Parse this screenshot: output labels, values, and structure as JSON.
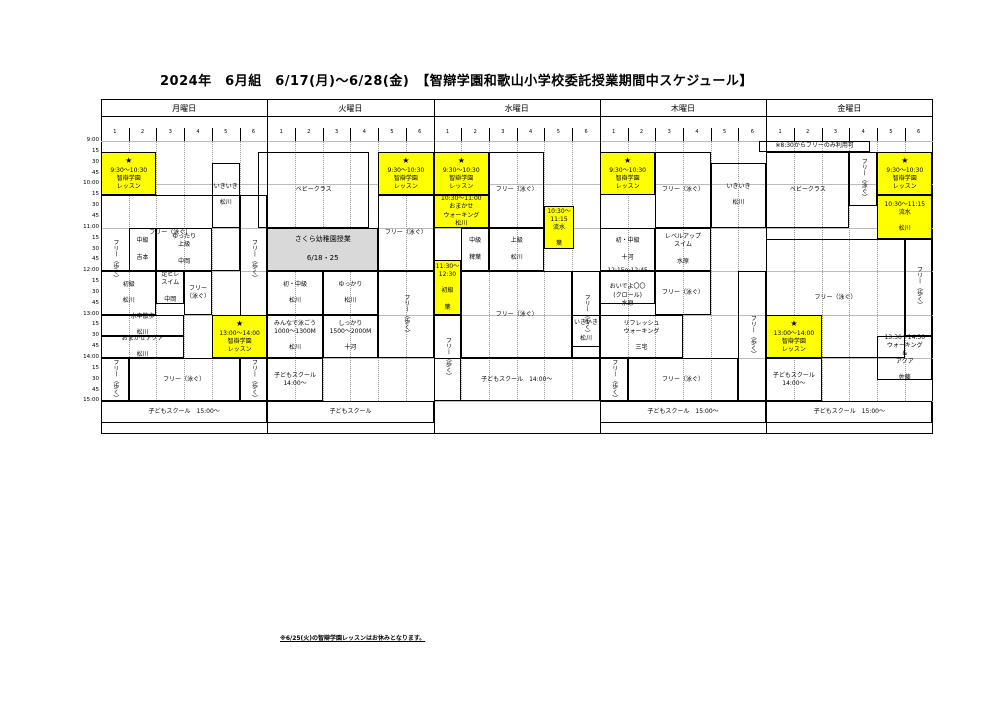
{
  "title": "2024年　6月組　6/17(月)〜6/28(金)　【智辯学園和歌山小学校委託授業期間中スケジュール】",
  "days": [
    "月曜日",
    "火曜日",
    "水曜日",
    "木曜日",
    "金曜日"
  ],
  "lanes": [
    "1",
    "2",
    "3",
    "4",
    "5",
    "6"
  ],
  "times": [
    "9:00",
    "15",
    "30",
    "45",
    "10:00",
    "15",
    "30",
    "45",
    "11:00",
    "15",
    "30",
    "45",
    "12:00",
    "15",
    "30",
    "45",
    "13:00",
    "15",
    "30",
    "45",
    "14:00",
    "15",
    "30",
    "45",
    "15:00"
  ],
  "note": "※6/25(火)の智辯学園レッスンはお休みとなります。",
  "events": [
    {
      "d": 0,
      "c": 0,
      "w": 2,
      "s": 1,
      "e": 5,
      "bg": "y",
      "lines": [
        "★",
        "9:30〜10:30",
        "智辯学園",
        "レッスン"
      ]
    },
    {
      "d": 0,
      "c": 0,
      "w": 5,
      "s": 5,
      "e": 12,
      "text": "フリー（泳ぐ）",
      "tx": 0.47,
      "ty": 0.45
    },
    {
      "d": 0,
      "c": 0,
      "w": 1,
      "s": 5,
      "e": 17,
      "vt": "フリー（歩く）",
      "noB": true
    },
    {
      "d": 0,
      "c": 1,
      "w": 1,
      "s": 8,
      "e": 12,
      "lines": [
        "中級",
        "",
        "吉本"
      ]
    },
    {
      "d": 0,
      "c": 2,
      "w": 2,
      "s": 8,
      "e": 12,
      "lines": [
        "ゆったり",
        "上級",
        "",
        "中岡"
      ]
    },
    {
      "d": 0,
      "c": 4,
      "w": 1,
      "s": 2,
      "e": 8,
      "lines": [
        "いきいき",
        "",
        "松川"
      ]
    },
    {
      "d": 0,
      "c": 5,
      "w": 1,
      "s": 5,
      "e": 17,
      "vt": "フリー（歩く）"
    },
    {
      "d": 0,
      "c": 0,
      "w": 2,
      "s": 12,
      "e": 16,
      "lines": [
        "初級",
        "",
        "松川"
      ]
    },
    {
      "d": 0,
      "c": 2,
      "w": 1,
      "s": 12,
      "e": 15,
      "lines": [
        "足ヒレ",
        "スイム",
        "",
        "中岡"
      ]
    },
    {
      "d": 0,
      "c": 3,
      "w": 1,
      "s": 12,
      "e": 16,
      "text": "フリー（泳ぐ）",
      "tx": 1.05,
      "ty": 0.37
    },
    {
      "d": 0,
      "c": 0,
      "w": 3,
      "s": 16,
      "e": 18,
      "lines": [
        "水中散歩",
        "",
        "松川"
      ]
    },
    {
      "d": 0,
      "c": 0,
      "w": 3,
      "s": 18,
      "e": 20,
      "lines": [
        "おまかせアクア",
        "",
        "松川"
      ]
    },
    {
      "d": 0,
      "c": 4,
      "w": 2,
      "s": 16,
      "e": 20,
      "bg": "y",
      "lines": [
        "★",
        "13:00〜14:00",
        "智辯学園",
        "レッスン"
      ]
    },
    {
      "d": 0,
      "c": 0,
      "w": 1,
      "s": 20,
      "e": 24,
      "vt": "フリー（歩く）"
    },
    {
      "d": 0,
      "c": 1,
      "w": 4,
      "s": 20,
      "e": 24,
      "text": "フリー（泳ぐ）"
    },
    {
      "d": 0,
      "c": 5,
      "w": 1,
      "s": 20,
      "e": 24,
      "vt": "フリー（歩く）"
    },
    {
      "d": 0,
      "c": 0,
      "w": 6,
      "s": 24,
      "e": 26,
      "lines": [
        "子どもスクール　15:00〜"
      ]
    },
    {
      "d": 1,
      "c": 0,
      "w": 4,
      "s": 1,
      "e": 8,
      "lines": [
        "ベビークラス"
      ],
      "tx": -0.45
    },
    {
      "d": 1,
      "c": 4,
      "w": 2,
      "s": 1,
      "e": 5,
      "bg": "y",
      "lines": [
        "★",
        "9:30〜10:30",
        "智辯学園",
        "レッスン"
      ]
    },
    {
      "d": 1,
      "c": 4,
      "w": 2,
      "s": 5,
      "e": 12,
      "text": "フリー（泳ぐ）",
      "tx": -0.1,
      "ty": 0.0
    },
    {
      "d": 1,
      "c": 0,
      "w": 4,
      "s": 8,
      "e": 12,
      "bg": "g",
      "big": true,
      "lines": [
        "さくら幼稚園授業",
        "",
        "6/18・25"
      ]
    },
    {
      "d": 1,
      "c": 0,
      "w": 2,
      "s": 12,
      "e": 16,
      "lines": [
        "初・中級",
        "",
        "松川"
      ]
    },
    {
      "d": 1,
      "c": 2,
      "w": 2,
      "s": 12,
      "e": 16,
      "lines": [
        "ゆっかり",
        "",
        "松川"
      ]
    },
    {
      "d": 1,
      "c": 0,
      "w": 2,
      "s": 16,
      "e": 20,
      "lines": [
        "みんなで泳ごう",
        "1000〜1300M",
        "",
        "松川"
      ]
    },
    {
      "d": 1,
      "c": 2,
      "w": 2,
      "s": 16,
      "e": 20,
      "lines": [
        "しっかり",
        "1500〜2000M",
        "",
        "十河"
      ]
    },
    {
      "d": 1,
      "c": 4,
      "w": 2,
      "s": 12,
      "e": 20,
      "vt": "フリー（歩く）"
    },
    {
      "d": 1,
      "c": 0,
      "w": 2,
      "s": 20,
      "e": 24,
      "lines": [
        "子どもスクール",
        "14:00〜"
      ]
    },
    {
      "d": 1,
      "c": 0,
      "w": 6,
      "s": 24,
      "e": 26,
      "lines": [
        "子どもスクール"
      ]
    },
    {
      "d": 2,
      "c": 0,
      "w": 2,
      "s": 1,
      "e": 5,
      "bg": "y",
      "lines": [
        "★",
        "9:30〜10:30",
        "智辯学園",
        "レッスン"
      ]
    },
    {
      "d": 2,
      "c": 0,
      "w": 2,
      "s": 5,
      "e": 8,
      "bg": "y",
      "lines": [
        "10:30〜11:00",
        "おまかせ",
        "ウォーキング",
        "松川"
      ]
    },
    {
      "d": 2,
      "c": 2,
      "w": 2,
      "s": 1,
      "e": 8,
      "text": "フリー（泳ぐ）",
      "tx": 0.3,
      "ty": -0.2
    },
    {
      "d": 2,
      "c": 4,
      "w": 1,
      "s": 6,
      "e": 10,
      "bg": "y",
      "wide": 1.05,
      "lines": [
        "10:30〜11:15",
        "流水",
        "",
        "葉"
      ]
    },
    {
      "d": 2,
      "c": 0,
      "w": 1,
      "s": 11,
      "e": 16,
      "bg": "y",
      "lines": [
        "11:30〜",
        "12:30",
        "",
        "初級",
        "",
        "葉"
      ]
    },
    {
      "d": 2,
      "c": 1,
      "w": 1,
      "s": 8,
      "e": 12,
      "lines": [
        "中級",
        "",
        "稗葉"
      ]
    },
    {
      "d": 2,
      "c": 2,
      "w": 2,
      "s": 8,
      "e": 12,
      "lines": [
        "上級",
        "",
        "松川"
      ]
    },
    {
      "d": 2,
      "c": 0,
      "w": 1,
      "s": 16,
      "e": 24,
      "vt": "フリー（歩く）"
    },
    {
      "d": 2,
      "c": 1,
      "w": 4,
      "s": 12,
      "e": 20,
      "text": "フリー（泳ぐ）"
    },
    {
      "d": 2,
      "c": 5,
      "w": 1,
      "s": 12,
      "e": 20,
      "vt": "フリー（歩く）"
    },
    {
      "d": 2,
      "c": 5,
      "w": 1,
      "s": 16,
      "e": 19,
      "lines": [
        "いきいき",
        "",
        "松川"
      ]
    },
    {
      "d": 2,
      "c": 0,
      "w": 6,
      "s": 20,
      "e": 24,
      "lines": [
        "子どもスクール　14:00〜"
      ]
    },
    {
      "d": 3,
      "c": 0,
      "w": 2,
      "s": 1,
      "e": 5,
      "bg": "y",
      "lines": [
        "★",
        "9:30〜10:30",
        "智辯学園",
        "レッスン"
      ]
    },
    {
      "d": 3,
      "c": 2,
      "w": 2,
      "s": 1,
      "e": 8,
      "text": "フリー（泳ぐ）"
    },
    {
      "d": 3,
      "c": 4,
      "w": 2,
      "s": 2,
      "e": 8,
      "lines": [
        "いきいき",
        "",
        "松川"
      ]
    },
    {
      "d": 3,
      "c": 0,
      "w": 2,
      "s": 8,
      "e": 12,
      "lines": [
        "初・中級",
        "",
        "十河"
      ]
    },
    {
      "d": 3,
      "c": 2,
      "w": 2,
      "s": 8,
      "e": 12,
      "lines": [
        "レベルアップ",
        "スイム",
        "",
        "水原"
      ]
    },
    {
      "d": 3,
      "c": 0,
      "w": 2,
      "s": 12,
      "e": 15,
      "lines": [
        "12:15〜12:45",
        "",
        "おいでよ〇〇",
        "(クロール)",
        "水原"
      ]
    },
    {
      "d": 3,
      "c": 2,
      "w": 2,
      "s": 12,
      "e": 16,
      "text": "フリー（泳ぐ）",
      "tx": 0.1,
      "ty": 0.0
    },
    {
      "d": 3,
      "c": 0,
      "w": 3,
      "s": 16,
      "e": 20,
      "lines": [
        "リフレッシュ",
        "ウォーキング",
        "",
        "三宅"
      ]
    },
    {
      "d": 3,
      "c": 5,
      "w": 1,
      "s": 12,
      "e": 24,
      "vt": "フリー（歩く）"
    },
    {
      "d": 3,
      "c": 0,
      "w": 1,
      "s": 20,
      "e": 24,
      "vt": "フリー（歩く）"
    },
    {
      "d": 3,
      "c": 1,
      "w": 4,
      "s": 20,
      "e": 24,
      "text": "フリー（泳ぐ）"
    },
    {
      "d": 3,
      "c": 0,
      "w": 6,
      "s": 24,
      "e": 26,
      "lines": [
        "子どもスクール　15:00〜"
      ]
    },
    {
      "d": 4,
      "c": 0,
      "w": 4,
      "s": 0,
      "e": 1,
      "lines": [
        "※8:30からフリーのみ利用可"
      ],
      "tx": -0.35
    },
    {
      "d": 4,
      "c": 0,
      "w": 3,
      "s": 1,
      "e": 8,
      "lines": [
        "ベビークラス"
      ]
    },
    {
      "d": 4,
      "c": 3,
      "w": 1,
      "s": 1,
      "e": 6,
      "vt": "フリー（泳ぐ）"
    },
    {
      "d": 4,
      "c": 4,
      "w": 2,
      "s": 1,
      "e": 5,
      "bg": "y",
      "lines": [
        "★",
        "9:30〜10:30",
        "智辯学園",
        "レッスン"
      ]
    },
    {
      "d": 4,
      "c": 4,
      "w": 2,
      "s": 5,
      "e": 9,
      "bg": "y",
      "lines": [
        "10:30〜11:15",
        "流水",
        "",
        "松川"
      ]
    },
    {
      "d": 4,
      "c": 0,
      "w": 5,
      "s": 9,
      "e": 20,
      "text": "フリー（泳ぐ）"
    },
    {
      "d": 4,
      "c": 5,
      "w": 1,
      "s": 9,
      "e": 18,
      "vt": "フリー（歩く）"
    },
    {
      "d": 4,
      "c": 0,
      "w": 2,
      "s": 16,
      "e": 20,
      "bg": "y",
      "lines": [
        "★",
        "13:00〜14:00",
        "智辯学園",
        "レッスン"
      ]
    },
    {
      "d": 4,
      "c": 4,
      "w": 2,
      "s": 18,
      "e": 22,
      "lines": [
        "13:30〜14:30",
        "ウォーキング",
        "&",
        "アクア",
        "",
        "佐藤"
      ]
    },
    {
      "d": 4,
      "c": 0,
      "w": 2,
      "s": 20,
      "e": 24,
      "lines": [
        "子どもスクール",
        "14:00〜"
      ]
    },
    {
      "d": 4,
      "c": 0,
      "w": 6,
      "s": 24,
      "e": 26,
      "lines": [
        "子どもスクール　15:00〜"
      ]
    }
  ]
}
